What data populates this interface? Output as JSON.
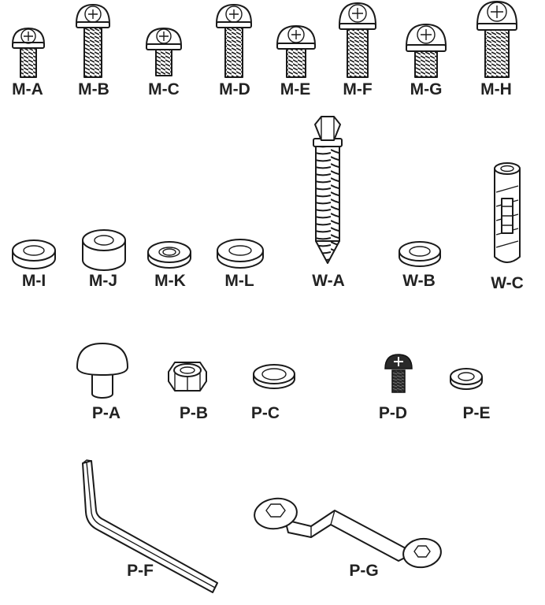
{
  "hardware_kit": {
    "labels": {
      "MA": "M-A",
      "MB": "M-B",
      "MC": "M-C",
      "MD": "M-D",
      "ME": "M-E",
      "MF": "M-F",
      "MG": "M-G",
      "MH": "M-H",
      "MI": "M-I",
      "MJ": "M-J",
      "MK": "M-K",
      "ML": "M-L",
      "WA": "W-A",
      "WB": "W-B",
      "WC": "W-C",
      "PA": "P-A",
      "PB": "P-B",
      "PC": "P-C",
      "PD": "P-D",
      "PE": "P-E",
      "PF": "P-F",
      "PG": "P-G"
    },
    "colors": {
      "line": "#1a1a1a",
      "label": "#222222",
      "background": "#ffffff"
    },
    "icons": {
      "MA": "machine-screw-icon",
      "MB": "machine-screw-icon",
      "MC": "machine-screw-icon",
      "MD": "machine-screw-icon",
      "ME": "machine-screw-icon",
      "MF": "machine-screw-icon",
      "MG": "machine-screw-icon",
      "MH": "machine-screw-icon",
      "MI": "washer-icon",
      "MJ": "spacer-icon",
      "MK": "washer-icon",
      "ML": "washer-icon",
      "WA": "lag-bolt-icon",
      "WB": "washer-icon",
      "WC": "wall-anchor-icon",
      "PA": "mushroom-head-pin-icon",
      "PB": "hex-nut-icon",
      "PC": "washer-icon",
      "PD": "small-screw-icon",
      "PE": "washer-icon",
      "PF": "allen-key-icon",
      "PG": "double-ended-wrench-icon"
    }
  }
}
